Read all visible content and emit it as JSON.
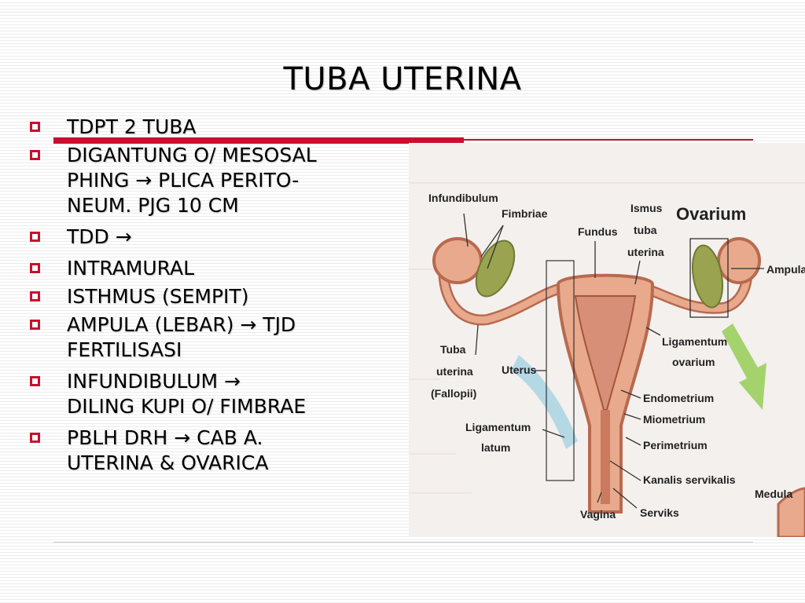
{
  "slide": {
    "title": "TUBA UTERINA",
    "bullets": [
      "TDPT 2 TUBA",
      "DIGANTUNG O/ MESOSAL\nPHING → PLICA PERITO-\nNEUM. PJG  10 CM",
      "TDD →",
      "INTRAMURAL",
      "ISTHMUS (SEMPIT)",
      "AMPULA (LEBAR) → TJD\nFERTILISASI",
      "INFUNDIBULUM →\nDILING KUPI O/ FIMBRAE",
      "PBLH DRH → CAB A.\nUTERINA & OVARICA"
    ]
  },
  "figure": {
    "labels": {
      "infundibulum": "Infundibulum",
      "fimbriae": "Fimbriae",
      "fundus": "Fundus",
      "ismus_1": "Ismus",
      "ismus_2": "tuba",
      "ismus_3": "uterina",
      "ovarium": "Ovarium",
      "ampula": "Ampula",
      "ligamentum_ovarium_1": "Ligamentum",
      "ligamentum_ovarium_2": "ovarium",
      "tuba_1": "Tuba",
      "tuba_2": "uterina",
      "tuba_3": "(Fallopii)",
      "uterus": "Uterus",
      "endometrium": "Endometrium",
      "miometrium": "Miometrium",
      "perimetrium": "Perimetrium",
      "ligamentum_latum_1": "Ligamentum",
      "ligamentum_latum_2": "latum",
      "kanalis_servikalis": "Kanalis servikalis",
      "medula": "Medula",
      "vagina": "Vagina",
      "serviks": "Serviks"
    },
    "colors": {
      "tissue": "#e8a98c",
      "tissue_dark": "#b86a4e",
      "ovary": "#9aa34f",
      "arrow": "#9bcf5e",
      "ligament": "#a9d4e3"
    }
  }
}
